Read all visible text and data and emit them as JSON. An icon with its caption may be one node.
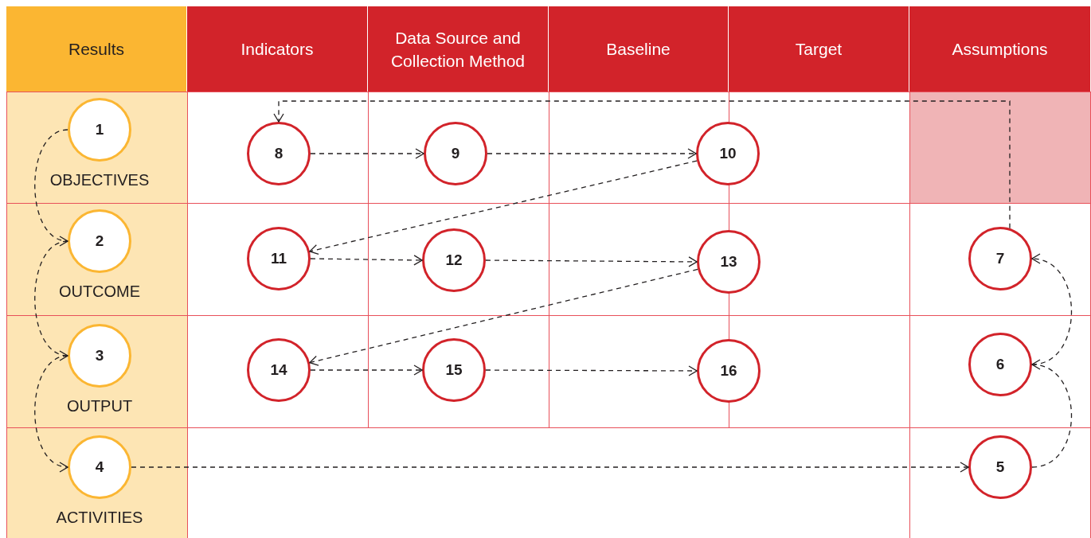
{
  "diagram": {
    "nodes": [
      {
        "text": [
          "Results"
        ]
      },
      {
        "text": [
          "Indicators"
        ]
      },
      {
        "text": [
          "Data Source and Collection Method"
        ]
      },
      {
        "text": [
          "Baseline"
        ]
      },
      {
        "text": [
          "Target"
        ]
      },
      {
        "text": [
          "Assumptions"
        ]
      },
      {
        "text": [
          "1"
        ],
        "beside": [
          "OBJECTIVES"
        ]
      },
      {
        "text": [
          "2"
        ],
        "beside": [
          "OUTCOME"
        ]
      },
      {
        "text": [
          "3"
        ],
        "beside": [
          "OUTPUT"
        ]
      },
      {
        "text": [
          "4"
        ],
        "beside": [
          "ACTIVITIES"
        ]
      },
      {
        "text": [
          "5"
        ]
      },
      {
        "text": [
          "6"
        ]
      },
      {
        "text": [
          "7"
        ]
      },
      {
        "text": [
          "8"
        ]
      },
      {
        "text": [
          "9"
        ]
      },
      {
        "text": [
          "10"
        ]
      },
      {
        "text": [
          "11"
        ]
      },
      {
        "text": [
          "12"
        ]
      },
      {
        "text": [
          "13"
        ]
      },
      {
        "text": [
          "14"
        ]
      },
      {
        "text": [
          "15"
        ]
      },
      {
        "text": [
          "16"
        ]
      }
    ],
    "edges": [
      {
        "from": 6,
        "to": 7,
        "arrow": "to",
        "style": "dashed"
      },
      {
        "from": 7,
        "to": 8,
        "arrow": "to",
        "style": "dashed"
      },
      {
        "from": 8,
        "to": 9,
        "arrow": "to",
        "style": "dashed"
      },
      {
        "from": 9,
        "to": 10,
        "arrow": "to",
        "style": "dashed"
      },
      {
        "from": 10,
        "to": 11,
        "arrow": "to",
        "style": "dashed"
      },
      {
        "from": 11,
        "to": 12,
        "arrow": "to",
        "style": "dashed"
      },
      {
        "from": 12,
        "to": 13,
        "arrow": "to",
        "style": "dashed"
      },
      {
        "from": 13,
        "to": 14,
        "arrow": "to",
        "style": "dashed"
      },
      {
        "from": 14,
        "to": 15,
        "arrow": "to",
        "style": "dashed"
      },
      {
        "from": 15,
        "to": 16,
        "arrow": "to",
        "style": "dashed"
      },
      {
        "from": 16,
        "to": 17,
        "arrow": "to",
        "style": "dashed"
      },
      {
        "from": 17,
        "to": 18,
        "arrow": "to",
        "style": "dashed"
      },
      {
        "from": 18,
        "to": 19,
        "arrow": "to",
        "style": "dashed"
      },
      {
        "from": 19,
        "to": 20,
        "arrow": "to",
        "style": "dashed"
      },
      {
        "from": 20,
        "to": 21,
        "arrow": "to",
        "style": "dashed"
      }
    ]
  }
}
